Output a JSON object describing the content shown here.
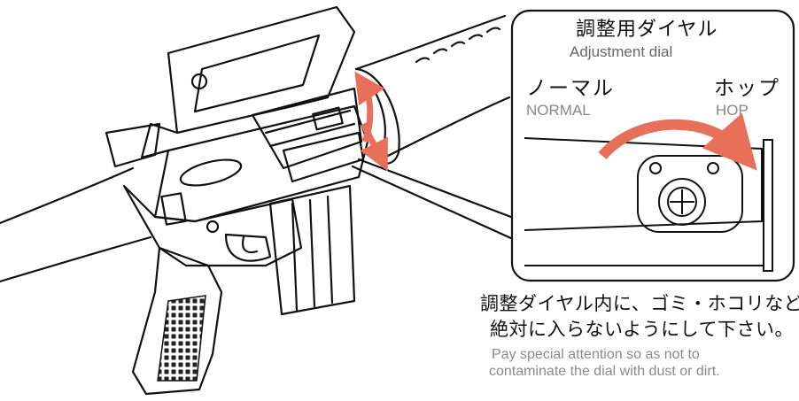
{
  "diagram": {
    "dial_label_ja": "調整用ダイヤル",
    "dial_label_en": "Adjustment dial",
    "normal_label_ja": "ノーマル",
    "normal_label_en": "NORMAL",
    "hop_label_ja": "ホップ",
    "hop_label_en": "HOP",
    "caution_ja_line1": "調整ダイヤル内に、ゴミ・ホコリなど",
    "caution_ja_line2": "絶対に入らないようにして下さい。",
    "caution_en_line1": "Pay special attention so as not to",
    "caution_en_line2": "contaminate the dial with dust or dirt."
  },
  "colors": {
    "line": "#111111",
    "arrow": "#e8705a",
    "panel_fill": "#ffffff"
  },
  "icons": [
    "rifle-illustration",
    "adjustment-dial-icon",
    "rotation-arrow-icon"
  ]
}
